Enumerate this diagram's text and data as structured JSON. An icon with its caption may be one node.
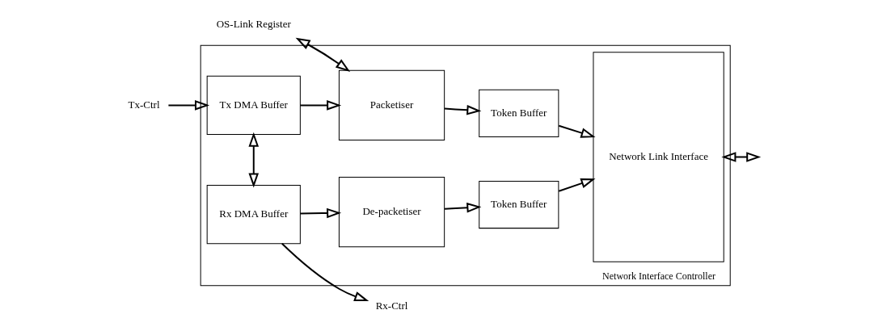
{
  "diagram": {
    "nodes": [
      {
        "text": [
          "Network Interface Controller"
        ]
      },
      {
        "text": [
          "Tx-Ctrl"
        ]
      },
      {
        "text": [
          "Tx DMA Buffer"
        ],
        "in": 0
      },
      {
        "text": [
          "Packetiser"
        ],
        "in": 0
      },
      {
        "text": [
          "Token Buffer"
        ],
        "in": 0
      },
      {
        "text": [
          "Network Link Interface"
        ],
        "in": 0
      },
      {
        "text": [
          "OS-Link Register"
        ]
      },
      {
        "text": [
          "Rx-Ctrl"
        ]
      },
      {
        "text": [
          "Rx DMA Buffer"
        ],
        "in": 0
      },
      {
        "text": [
          "De-packetiser"
        ],
        "in": 0
      },
      {
        "text": [
          "Token Buffer"
        ],
        "in": 0
      }
    ],
    "edges": [
      {
        "from": 1,
        "to": 2,
        "arrow": "to"
      },
      {
        "from": 2,
        "to": 3,
        "arrow": "to"
      },
      {
        "from": 3,
        "to": 4,
        "arrow": "to"
      },
      {
        "from": 4,
        "to": 5,
        "arrow": "to"
      },
      {
        "from": 6,
        "to": 3,
        "arrow": "both"
      },
      {
        "from": 2,
        "to": 8,
        "arrow": "both"
      },
      {
        "from": 8,
        "to": 7,
        "arrow": "to"
      },
      {
        "from": 8,
        "to": 9,
        "arrow": "to"
      },
      {
        "from": 9,
        "to": 10,
        "arrow": "to"
      },
      {
        "from": 10,
        "to": 5,
        "arrow": "to"
      },
      {
        "from": 5,
        "to": null,
        "arrow": "both"
      }
    ]
  }
}
